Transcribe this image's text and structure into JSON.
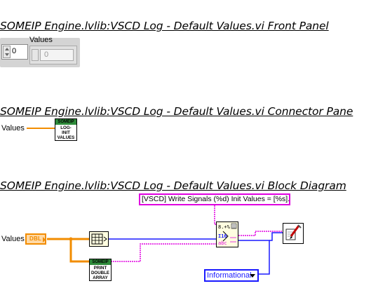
{
  "front_panel": {
    "title": "SOMEIP Engine.lvlib:VSCD Log - Default Values.vi Front Panel",
    "array_label": "Values",
    "index_value": "0",
    "element_value": "0"
  },
  "connector_pane": {
    "title": "SOMEIP Engine.lvlib:VSCD Log - Default Values.vi Connector Pane",
    "terminal_label": "Values",
    "icon": {
      "header": "SOMEIP",
      "lines": [
        "LOG-",
        "INIT",
        "VALUES"
      ]
    }
  },
  "block_diagram": {
    "title": "SOMEIP Engine.lvlib:VSCD Log - Default Values.vi Block Diagram",
    "terminal_label": "Values",
    "terminal_type": "DBL",
    "format_string": "[VSCD] Write Signals (%d) Init Values = [%s].",
    "print_icon": {
      "header": "SOMEIP",
      "lines": [
        "PRINT",
        "DOUBLE",
        "ARRAY"
      ]
    },
    "severity_value": "Informational"
  },
  "colors": {
    "numeric_wire": "#f28c00",
    "integer_wire": "#1a1aff",
    "string_wire": "#e000e0",
    "subvi_header": "#2e8b3a"
  }
}
